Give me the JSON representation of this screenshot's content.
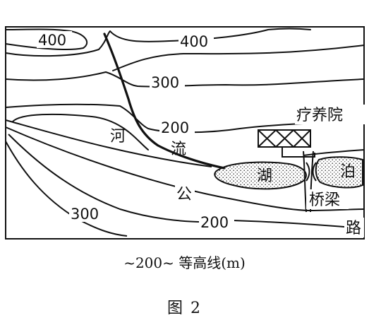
{
  "map": {
    "contour_labels": [
      "400",
      "400",
      "300",
      "200",
      "200",
      "300"
    ],
    "features": {
      "river_1": "河",
      "river_2": "流",
      "lake_1": "湖",
      "lake_2": "泊",
      "sanatorium": "疗养院",
      "bridge": "桥梁",
      "road_1": "公",
      "road_2": "路"
    },
    "legend": "~200~ 等高线(m)",
    "figure_caption": "图 2",
    "colors": {
      "ink": "#111111",
      "background": "#ffffff"
    }
  }
}
